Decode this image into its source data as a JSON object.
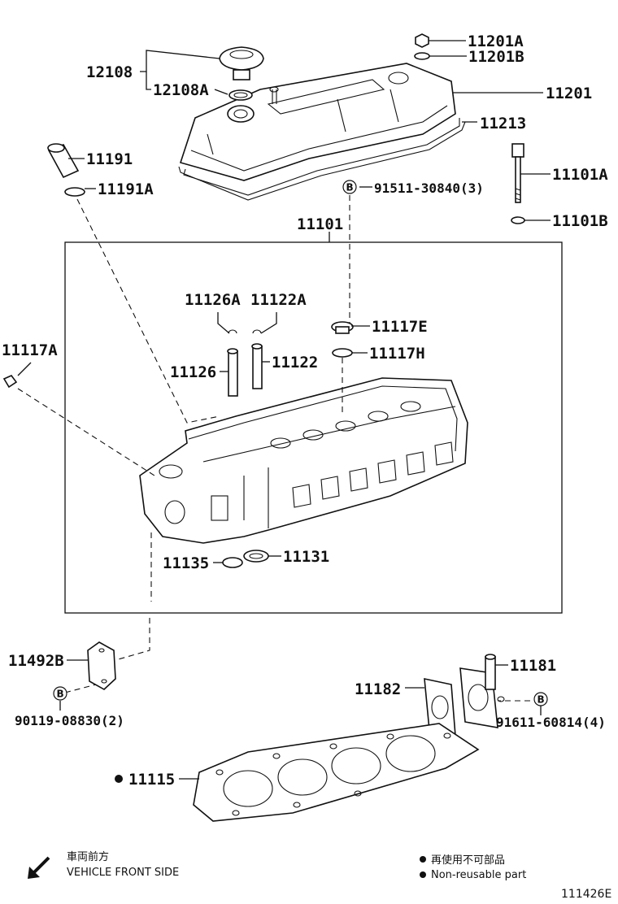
{
  "diagram_id": "111426E",
  "group_label": "11101",
  "callouts": {
    "p12108": "12108",
    "p12108A": "12108A",
    "p11201A": "11201A",
    "p11201B": "11201B",
    "p11201": "11201",
    "p11213": "11213",
    "p11191": "11191",
    "p11191A": "11191A",
    "p91511": "91511-30840(3)",
    "p11101A": "11101A",
    "p11101B": "11101B",
    "p11126A": "11126A",
    "p11122A": "11122A",
    "p11117E": "11117E",
    "p11117H": "11117H",
    "p11117A": "11117A",
    "p11126": "11126",
    "p11122": "11122",
    "p11135": "11135",
    "p11131": "11131",
    "p11492B": "11492B",
    "p90119": "90119-08830(2)",
    "p11181": "11181",
    "p11182": "11182",
    "p91611": "91611-60814(4)",
    "p11115": "11115"
  },
  "bolt_marker": "B",
  "legend": {
    "front_jp": "車両前方",
    "front_en": "VEHICLE FRONT SIDE",
    "nonreuse_jp": "再使用不可部品",
    "nonreuse_en": "Non-reusable part"
  }
}
